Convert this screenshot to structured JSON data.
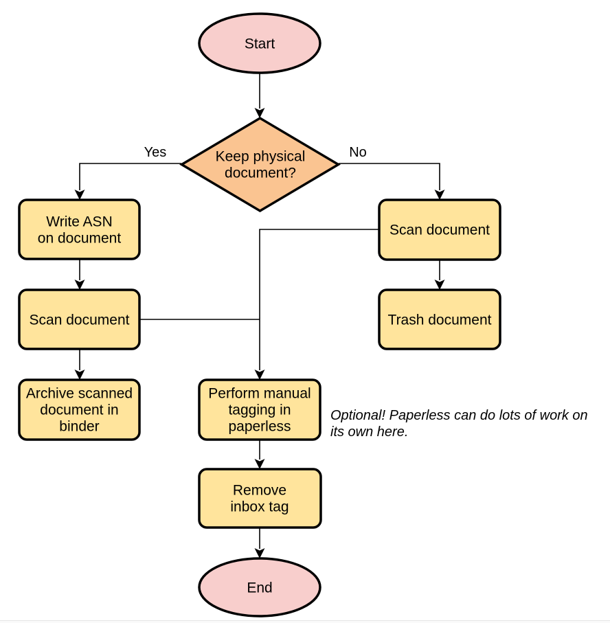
{
  "colors": {
    "terminal_fill": "#f8cecc",
    "decision_fill": "#fac491",
    "process_fill": "#ffe49c",
    "shape_border": "#000000",
    "connector": "#000000",
    "text": "#000000",
    "divider": "#e4e4e4"
  },
  "nodes": {
    "start": {
      "label": "Start"
    },
    "decision": {
      "lines": [
        "Keep physical",
        "document?"
      ]
    },
    "write_asn": {
      "lines": [
        "Write ASN",
        "on document"
      ]
    },
    "scan_left": {
      "label": "Scan document"
    },
    "archive": {
      "lines": [
        "Archive scanned",
        "document in",
        "binder"
      ]
    },
    "scan_right": {
      "label": "Scan document"
    },
    "trash": {
      "label": "Trash document"
    },
    "tagging": {
      "lines": [
        "Perform manual",
        "tagging in",
        "paperless"
      ]
    },
    "remove_inbox": {
      "lines": [
        "Remove",
        "inbox tag"
      ]
    },
    "end": {
      "label": "End"
    }
  },
  "edge_labels": {
    "yes": "Yes",
    "no": "No"
  },
  "annotation": {
    "lines": [
      "Optional! Paperless can do lots of work on",
      "its own here."
    ]
  }
}
